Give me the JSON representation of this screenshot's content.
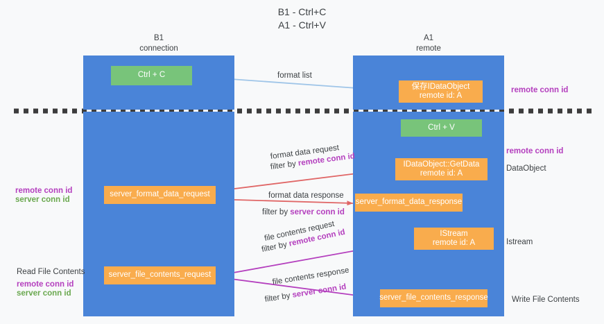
{
  "title": "B1 - Ctrl+C\nA1 - Ctrl+V",
  "columns": [
    {
      "name": "b1",
      "head": "B1\nconnection"
    },
    {
      "name": "a1",
      "head": "A1\nremote"
    }
  ],
  "nodes": [
    {
      "id": "ctrl-c",
      "line1": "Ctrl + C",
      "line2": "",
      "color": "#78c47a"
    },
    {
      "id": "idataobject-save",
      "line1": "保存IDataObject",
      "line2": "remote id: A",
      "color": "#f9ac4d"
    },
    {
      "id": "ctrl-v",
      "line1": "Ctrl + V",
      "line2": "",
      "color": "#78c47a"
    },
    {
      "id": "idataobject-getdata",
      "line1": "IDataObject::GetData",
      "line2": "remote id: A",
      "color": "#f9ac4d"
    },
    {
      "id": "server-format-data-request",
      "line1": "server_format_data_request",
      "line2": "",
      "color": "#f9ac4d"
    },
    {
      "id": "server-format-data-response",
      "line1": "server_format_data_response",
      "line2": "",
      "color": "#f9ac4d"
    },
    {
      "id": "istream",
      "line1": "IStream",
      "line2": "remote id: A",
      "color": "#f9ac4d"
    },
    {
      "id": "server-file-contents-request",
      "line1": "server_file_contents_request",
      "line2": "",
      "color": "#f9ac4d"
    },
    {
      "id": "server-file-contents-response",
      "line1": "server_file_contents_response",
      "line2": "",
      "color": "#f9ac4d"
    }
  ],
  "edge_labels": {
    "format_list": "format list",
    "format_data_request": "format data request",
    "format_data_request_filter_prefix": "filter by ",
    "format_data_request_filter_key": "remote conn id",
    "format_data_response": "format data response",
    "format_data_response_filter_prefix": "filter by ",
    "format_data_response_filter_key": "server conn id",
    "file_contents_request": "file contents request",
    "file_contents_request_filter_prefix": "filter by ",
    "file_contents_request_filter_key": "remote conn id",
    "file_contents_response": "file contents response",
    "file_contents_response_filter_prefix": "filter by ",
    "file_contents_response_filter_key": "server conn id"
  },
  "left_annotations": [
    {
      "id": "left-remote-conn-id",
      "text": "remote conn id",
      "color": "#b43fbe"
    },
    {
      "id": "left-server-conn-id",
      "text": "server conn id",
      "color": "#6aa84f"
    },
    {
      "id": "read-file-contents",
      "text": "Read File Contents",
      "color": "#3c4043"
    },
    {
      "id": "left-remote-conn-id-2",
      "text": "remote conn id",
      "color": "#b43fbe"
    },
    {
      "id": "left-server-conn-id-2",
      "text": "server conn id",
      "color": "#6aa84f"
    }
  ],
  "right_annotations": [
    {
      "id": "right-remote-conn-id-top",
      "text": "remote conn id",
      "color": "#b43fbe"
    },
    {
      "id": "right-remote-conn-id-mid",
      "text": "remote conn id",
      "color": "#b43fbe"
    },
    {
      "id": "dataobject-label",
      "text": "DataObject",
      "color": "#3c4043"
    },
    {
      "id": "istream-label",
      "text": "Istream",
      "color": "#3c4043"
    },
    {
      "id": "write-file-contents",
      "text": "Write File Contents",
      "color": "#3c4043"
    }
  ],
  "colors": {
    "lane": "#4a84d8",
    "orange": "#f9ac4d",
    "green": "#78c47a",
    "background": "#f8f9fa",
    "purple_accent": "#b43fbe",
    "green_accent": "#6aa84f",
    "divider": "#3c3c3c",
    "arrow_light_blue": "#9fc5e8",
    "arrow_red": "#e06666",
    "arrow_magenta": "#b43fbe",
    "arrow_black": "#1a1a1a",
    "text": "#3c4043"
  }
}
